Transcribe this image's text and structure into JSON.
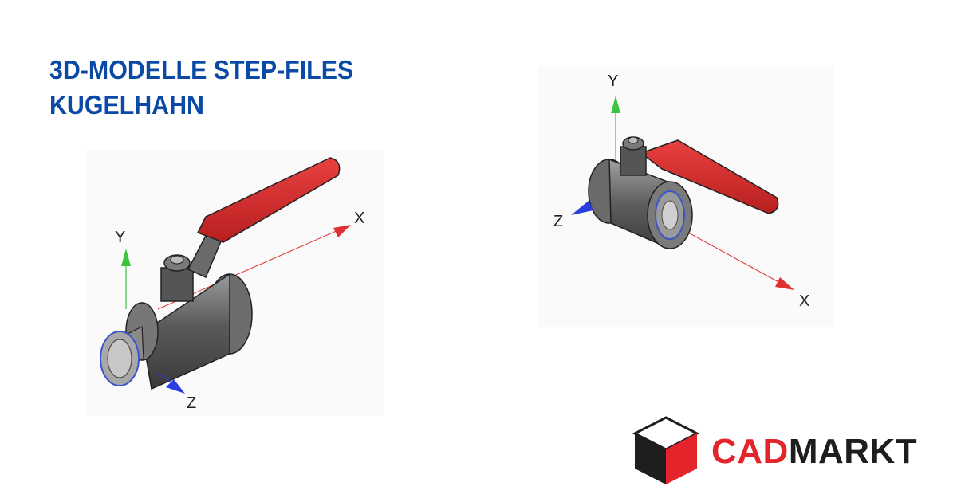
{
  "header": {
    "title_line1": "3D-MODELLE STEP-FILES",
    "title_line2": "KUGELHAHN"
  },
  "axes_left": {
    "x": "X",
    "y": "Y",
    "z": "Z"
  },
  "axes_right": {
    "x": "X",
    "y": "Y",
    "z": "Z"
  },
  "logo": {
    "part1": "CAD",
    "part2": "MARKT"
  },
  "colors": {
    "title": "#0a4aa6",
    "handle": "#d92b2b",
    "x_axis": "#e03030",
    "y_axis": "#3cc43c",
    "z_axis": "#2a3ee0",
    "logo_red": "#e3242b",
    "logo_dark": "#1e1e1e"
  },
  "icons": [
    "cube-logo-icon"
  ]
}
